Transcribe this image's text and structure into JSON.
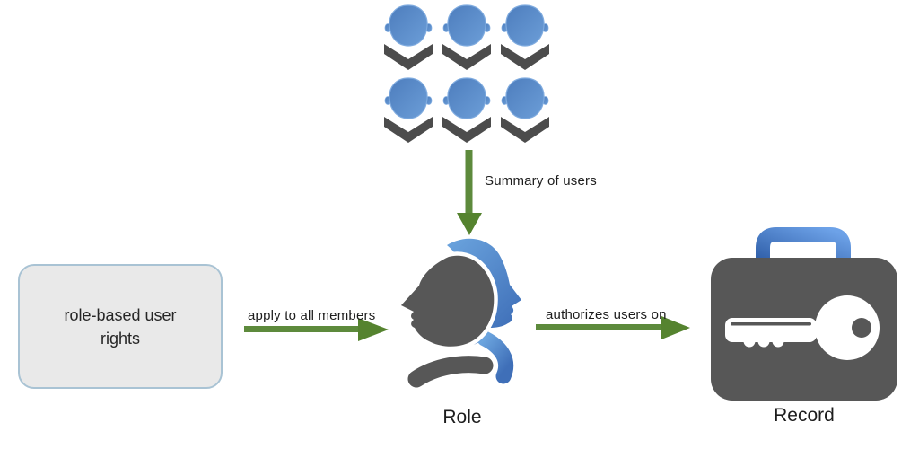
{
  "diagram": {
    "type": "flow-diagram",
    "users_group": {
      "icon": "user-bust-icon",
      "count": 6,
      "rows": 2,
      "columns": 3
    },
    "rights_box": {
      "label": "role-based user rights"
    },
    "role_node": {
      "label": "Role",
      "icon": "role-two-profiles-icon"
    },
    "record_node": {
      "label": "Record",
      "icon": "record-case-key-icon"
    },
    "connectors": {
      "summary": {
        "label": "Summary of users",
        "from": "users-group",
        "to": "role-node",
        "direction": "down"
      },
      "apply": {
        "label": "apply to all members",
        "from": "rights-box",
        "to": "role-node",
        "direction": "right"
      },
      "authorize": {
        "label": "authorizes users on",
        "from": "role-node",
        "to": "record-node",
        "direction": "right"
      }
    },
    "colors": {
      "background": "#ffffff",
      "label_text": "#1d1d1d",
      "arrow_green": "#55832f",
      "arrow_green_stem": "#5d8a3c",
      "user_blue": "#5b8cc9",
      "user_blue_light": "#6fa0d9",
      "user_outline_blue": "#7fabdf",
      "chevron_gray": "#4c4c4c",
      "dark_gray": "#575757",
      "role_blue": "#5b93d4",
      "handle_blue": "#4a86d4",
      "box_fill": "#e9e9e9",
      "box_border": "#a9c3d4"
    }
  }
}
